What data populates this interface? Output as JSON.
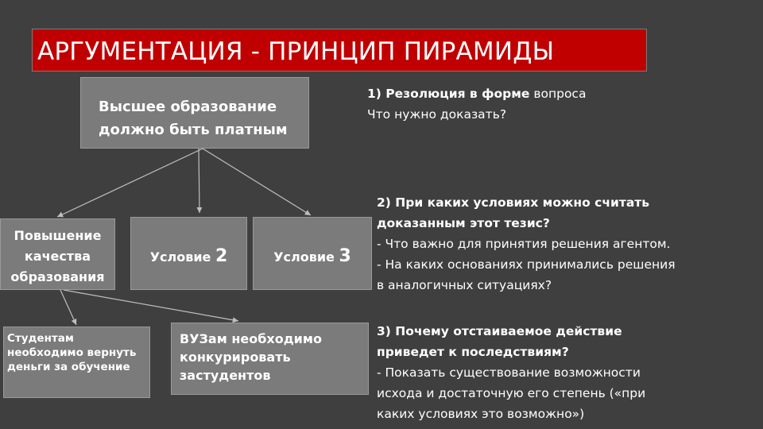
{
  "title": "АРГУМЕНТАЦИЯ - ПРИНЦИП ПИРАМИДЫ",
  "diagram": {
    "main": "Высшее образование должно быть платным",
    "level1": {
      "item1": "Повышение качества образования",
      "item2_label": "Условие",
      "item2_number": "2",
      "item3_label": "Условие",
      "item3_number": "3"
    },
    "level2": {
      "item1": "Студентам необходимо вернуть деньги за обучение",
      "item2": "ВУЗам необходимо конкурировать застудентов"
    }
  },
  "points": [
    {
      "heading": "1) Резолюция в форме",
      "heading_tail": " вопроса",
      "lines": [
        "Что нужно доказать?"
      ]
    },
    {
      "heading_line1": "2) При каких условиях можно считать",
      "heading_line2": "доказанным этот тезис?",
      "lines": [
        "- Что важно для принятия решения агентом.",
        "- На каких основаниях принимались решения",
        "в аналогичных ситуациях?"
      ]
    },
    {
      "heading_line1": "3) Почему отстаиваемое действие",
      "heading_line2": "приведет к последствиям?",
      "lines": [
        "- Показать существование возможности",
        "исхода и достаточную его степень («при",
        "каких условиях это возможно»)"
      ]
    }
  ],
  "colors": {
    "background": "#3f3f3f",
    "title_bar": "#c00000",
    "box": "#7b7b7b",
    "connector": "#bfbfbf"
  }
}
